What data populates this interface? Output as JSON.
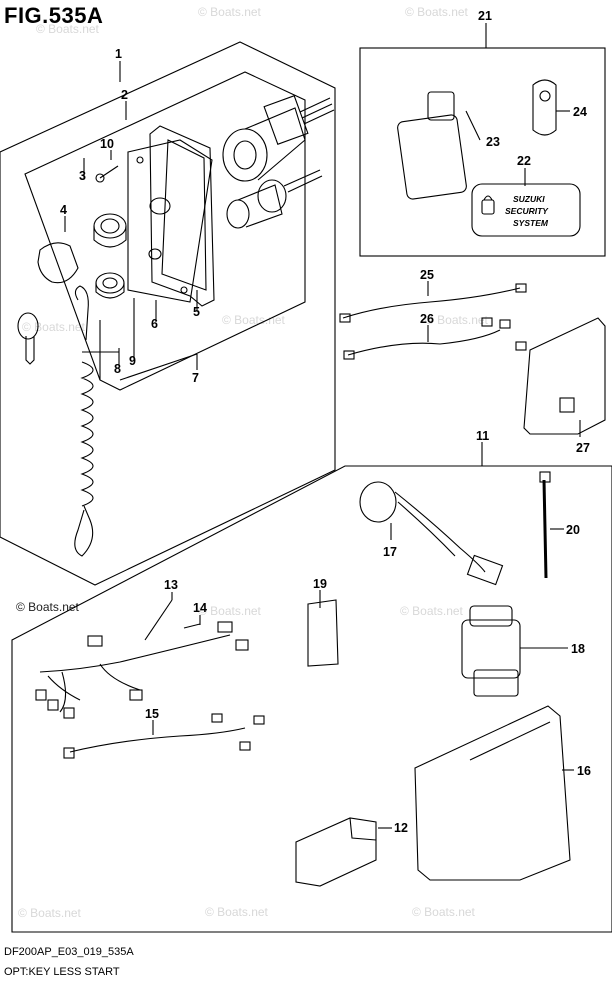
{
  "figure": {
    "title": "FIG.535A",
    "code": "DF200AP_E03_019_535A",
    "caption": "OPT:KEY LESS START"
  },
  "watermarks": {
    "faint": "© Boats.net",
    "dark": "© Boats.net"
  },
  "badge": {
    "line1": "SUZUKI",
    "line2": "SECURITY",
    "line3": "SYSTEM"
  },
  "callouts": [
    "1",
    "2",
    "3",
    "4",
    "5",
    "6",
    "7",
    "8",
    "9",
    "10",
    "11",
    "12",
    "13",
    "14",
    "15",
    "16",
    "17",
    "18",
    "19",
    "20",
    "21",
    "22",
    "23",
    "24",
    "25",
    "26",
    "27"
  ],
  "colors": {
    "line": "#000000",
    "watermark": "#d8d8d8"
  }
}
